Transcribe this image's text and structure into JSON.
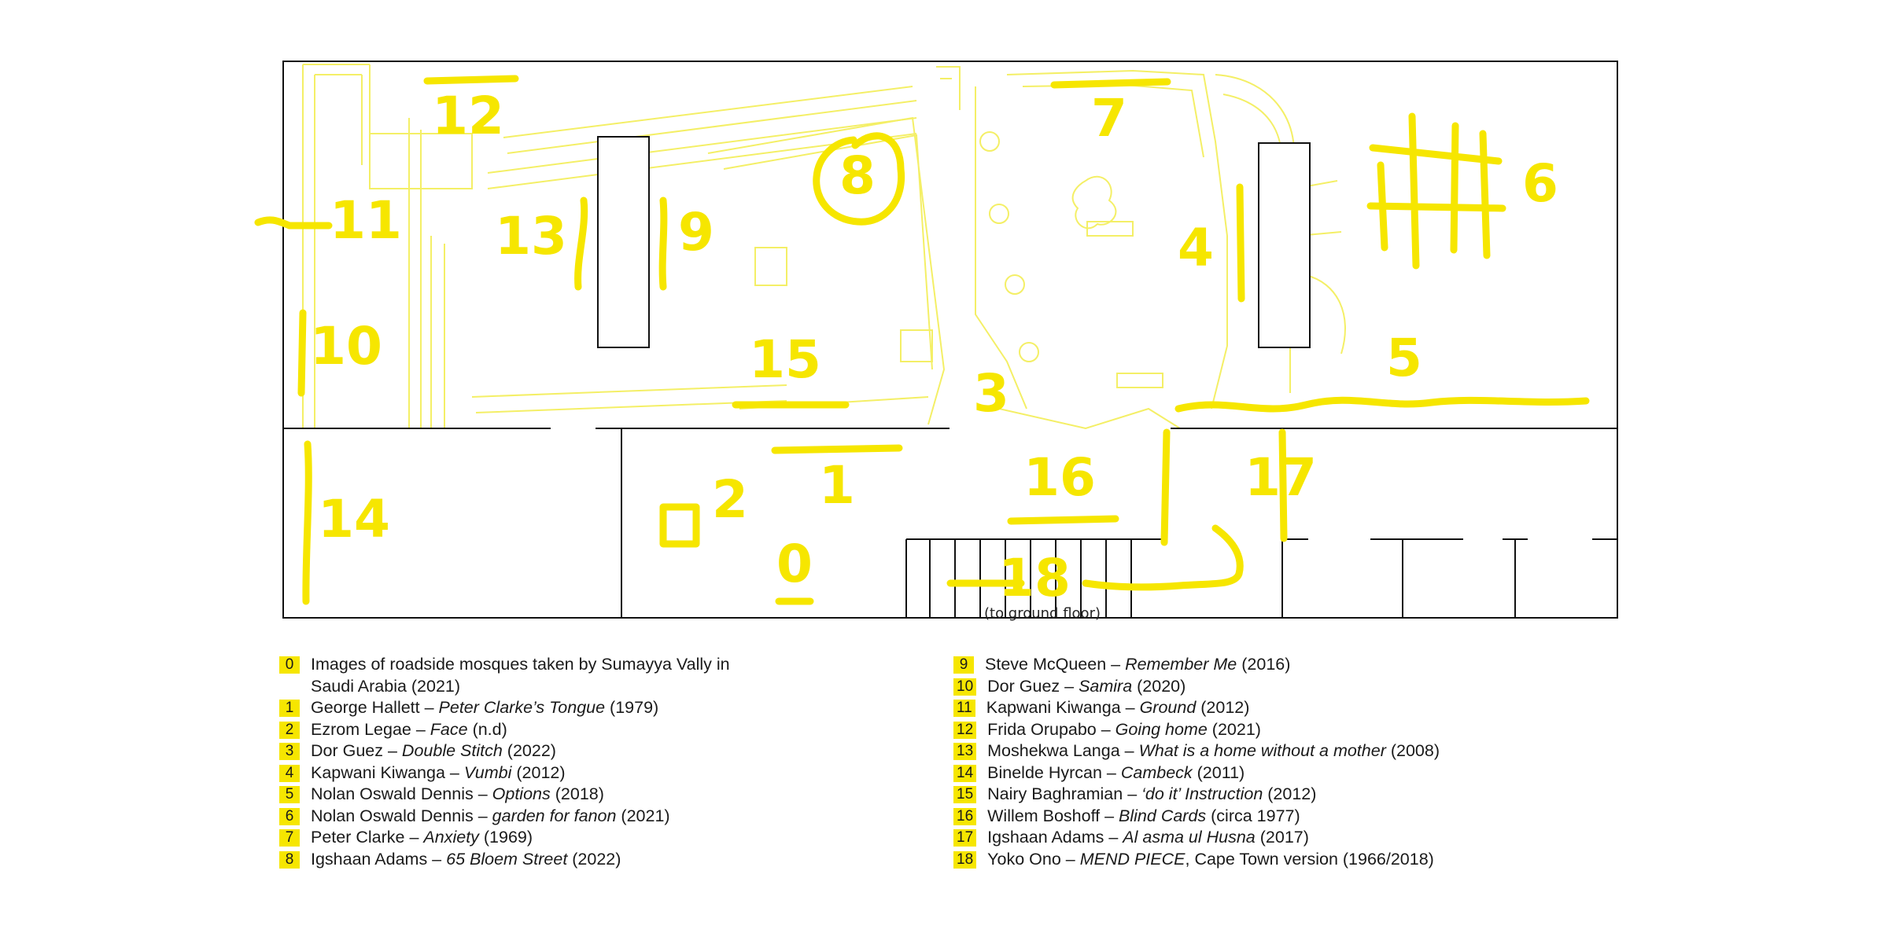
{
  "colors": {
    "marker": "#f6e600",
    "outline": "#f4ef66",
    "wall": "#111111",
    "background": "#ffffff"
  },
  "map": {
    "labels": [
      "0",
      "1",
      "2",
      "3",
      "4",
      "5",
      "6",
      "7",
      "8",
      "9",
      "10",
      "11",
      "12",
      "13",
      "14",
      "15",
      "16",
      "17",
      "18"
    ],
    "stairs_note": "(to ground floor)"
  },
  "legend": {
    "left": [
      {
        "num": "0",
        "artist": "",
        "title": "",
        "detail": "Images of roadside mosques taken by Sumayya Vally in Saudi Arabia (2021)"
      },
      {
        "num": "1",
        "artist": "George Hallett – ",
        "title": "Peter Clarke’s Tongue",
        "detail": " (1979)"
      },
      {
        "num": "2",
        "artist": "Ezrom Legae – ",
        "title": "Face",
        "detail": " (n.d)"
      },
      {
        "num": "3",
        "artist": "Dor Guez – ",
        "title": "Double Stitch",
        "detail": " (2022)"
      },
      {
        "num": "4",
        "artist": "Kapwani Kiwanga – ",
        "title": "Vumbi",
        "detail": " (2012)"
      },
      {
        "num": "5",
        "artist": "Nolan Oswald Dennis – ",
        "title": "Options",
        "detail": " (2018)"
      },
      {
        "num": "6",
        "artist": "Nolan Oswald Dennis – ",
        "title": "garden for fanon",
        "detail": " (2021)"
      },
      {
        "num": "7",
        "artist": "Peter Clarke – ",
        "title": "Anxiety",
        "detail": " (1969)"
      },
      {
        "num": "8",
        "artist": "Igshaan Adams – ",
        "title": "65 Bloem Street",
        "detail": " (2022)"
      }
    ],
    "right": [
      {
        "num": "9",
        "artist": "Steve McQueen – ",
        "title": "Remember Me",
        "detail": " (2016)"
      },
      {
        "num": "10",
        "artist": "Dor Guez – ",
        "title": "Samira",
        "detail": " (2020)"
      },
      {
        "num": "11",
        "artist": "Kapwani Kiwanga – ",
        "title": "Ground",
        "detail": " (2012)"
      },
      {
        "num": "12",
        "artist": "Frida Orupabo – ",
        "title": "Going home",
        "detail": " (2021)"
      },
      {
        "num": "13",
        "artist": "Moshekwa Langa – ",
        "title": "What is a home without a mother",
        "detail": " (2008)"
      },
      {
        "num": "14",
        "artist": "Binelde Hyrcan – ",
        "title": "Cambeck",
        "detail": " (2011)"
      },
      {
        "num": "15",
        "artist": "Nairy Baghramian – ",
        "title": "‘do it’ Instruction",
        "detail": " (2012)"
      },
      {
        "num": "16",
        "artist": "Willem Boshoff – ",
        "title": "Blind Cards",
        "detail": " (circa 1977)"
      },
      {
        "num": "17",
        "artist": "Igshaan Adams – ",
        "title": "Al asma ul Husna",
        "detail": " (2017)"
      },
      {
        "num": "18",
        "artist": "Yoko Ono – ",
        "title": "MEND PIECE",
        "detail": ", Cape Town version (1966/2018)"
      }
    ]
  }
}
